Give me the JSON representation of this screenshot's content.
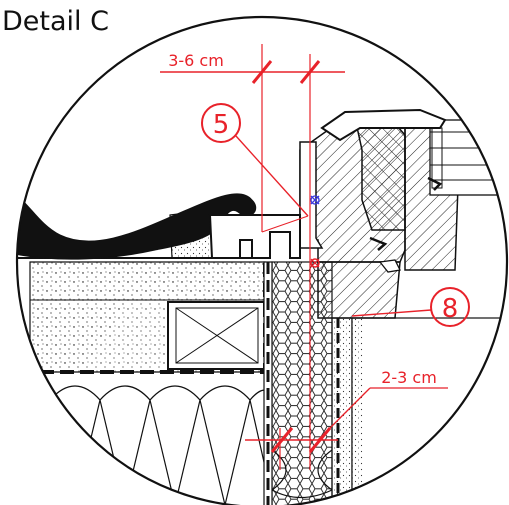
{
  "title": "Detail C",
  "callouts": {
    "c5": "5",
    "c8": "8"
  },
  "dimensions": {
    "top": "3-6 cm",
    "bottom": "2-3 cm"
  },
  "colors": {
    "annotation": "#e8222a",
    "line": "#111111",
    "marker": "#3a3adf"
  }
}
